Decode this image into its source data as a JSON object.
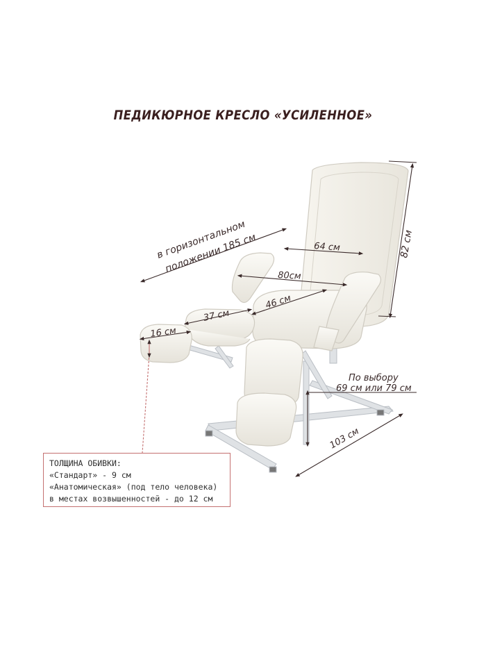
{
  "title": "ПЕДИКЮРНОЕ КРЕСЛО «УСИЛЕННОЕ»",
  "dimensions": {
    "horizontal_line1": "в горизонтальном",
    "horizontal_line2": "положении 185 см",
    "backrest_width": "64 см",
    "height": "82 см",
    "armrest_width": "80см",
    "seat": "46 см",
    "leg_section": "37 см",
    "foot_section": "16 см",
    "option_line1": "По выбору",
    "option_line2": "69 см или 79 см",
    "length": "103 см"
  },
  "info": {
    "heading": "ТОЛЩИНА ОБИВКИ:",
    "line1": "«Стандарт» - 9 см",
    "line2": "«Анатомическая» (под тело человека)",
    "line3": "в местах возвышенностей - до 12 см"
  },
  "colors": {
    "title": "#3a1f1f",
    "dimension_lines": "#3a2a2a",
    "info_border": "#c47070",
    "upholstery": "#f3f1ea",
    "frame": "#d9dcdf"
  }
}
